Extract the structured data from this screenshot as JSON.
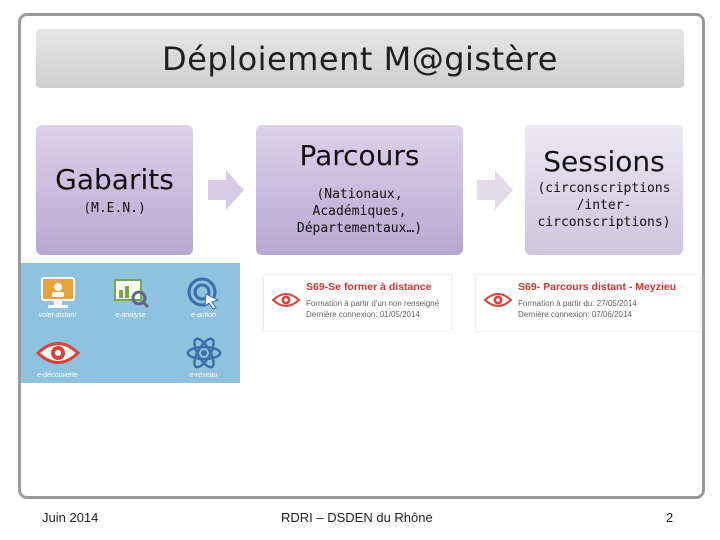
{
  "title": "Déploiement M@gistère",
  "boxes": [
    {
      "title": "Gabarits",
      "subtitle": "(M.E.N.)"
    },
    {
      "title": "Parcours",
      "subtitle_lines": [
        "(Nationaux,",
        "Académiques,",
        "Départementaux…)"
      ]
    },
    {
      "title": "Sessions",
      "subtitle_lines": [
        "(circonscriptions",
        "/inter-",
        "circonscriptions)"
      ]
    }
  ],
  "thumbnail_tiles": [
    "volet distant",
    "e-analyse",
    "e-action",
    "e-découverte",
    "e-réseau"
  ],
  "cards": [
    {
      "title": "S69-Se former à distance",
      "line1": "Formation à partir d'un non renseigné",
      "line2": "Dernière connexion: 01/05/2014"
    },
    {
      "title": "S69- Parcours distant - Meyzieu",
      "line1": "Formation à partir du: 27/05/2014",
      "line2": "Dernière connexion: 07/06/2014"
    }
  ],
  "footer": {
    "left": "Juin 2014",
    "center": "RDRI – DSDEN du Rhône",
    "right": "2"
  },
  "colors": {
    "box_purple": "#c9bbe0",
    "box_light": "#ddd7ea",
    "arrow": "#d9cbe6",
    "title_bar": "#d9d9d9",
    "thumb_bg": "#8ec2de",
    "eye_red": "#d9433d"
  }
}
